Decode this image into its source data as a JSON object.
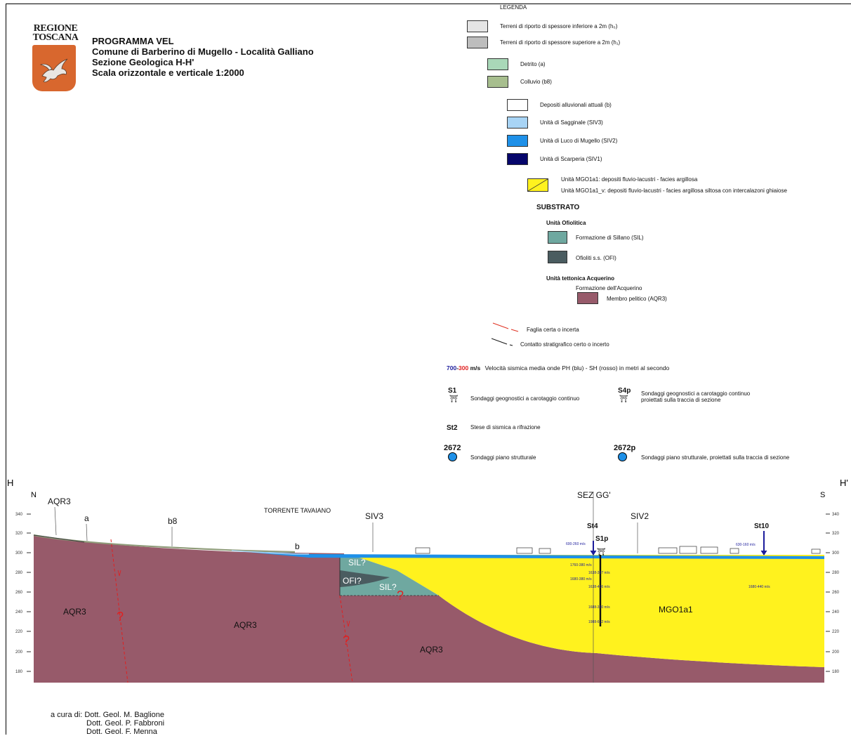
{
  "header": {
    "logo_text": [
      "REGIONE",
      "TOSCANA"
    ],
    "title_lines": [
      "PROGRAMMA VEL",
      "Comune di Barberino di Mugello - Località Galliano",
      "Sezione Geologica  H-H'",
      "Scala orizzontale e verticale 1:2000"
    ]
  },
  "legend": {
    "heading": "LEGENDA",
    "items": [
      {
        "label": "Terreni di riporto di spessore inferiore a 2m (h₀)",
        "color": "#e5e5e5"
      },
      {
        "label": "Terreni di riporto di spessore superiore a 2m (h₁)",
        "color": "#bdbdbd"
      },
      {
        "label": "Detrito (a)",
        "color": "#a9d8b8"
      },
      {
        "label": "Colluvio (b8)",
        "color": "#a7be8e"
      },
      {
        "label": "Depositi alluvionali attuali (b)",
        "color": "#ffffff"
      },
      {
        "label": "Unità di Sagginale (SIV3)",
        "color": "#a8d4f5"
      },
      {
        "label": "Unità di Luco di Mugello (SIV2)",
        "color": "#1e90e8"
      },
      {
        "label": "Unità di Scarperia (SIV1)",
        "color": "#06066b"
      }
    ],
    "mgo_labels": [
      "Unità MGO1a1: depositi fluvio-lacustri - facies argillosa",
      "Unità MGO1a1_v: depositi fluvio-lacustri - facies argillosa siltosa con intercalazoni ghiaiose"
    ],
    "mgo_color": "#fff21e",
    "substrato": "SUBSTRATO",
    "ofiolitica": "Unità Ofiolitica",
    "sil_label": "Formazione di Sillano (SIL)",
    "sil_color": "#6fa8a0",
    "ofi_label": "Ofioliti s.s. (OFI)",
    "ofi_color": "#4a5c60",
    "acquerino": "Unità tettonica Acquerino",
    "acquerino_form": "Formazione dell'Acquerino",
    "aqr_label": "Membro pelitico (AQR3)",
    "aqr_color": "#975a6a",
    "fault_label": "Faglia certa o incerta",
    "contact_label": "Contatto stratigrafico certo o incerto",
    "vel_blue": "700",
    "vel_sep": "-",
    "vel_red": "300",
    "vel_unit": " m/s",
    "vel_desc": "Velocità sismica media onde PH (blu) - SH (rosso) in metri al secondo",
    "s1_code": "S1",
    "s1_desc": "Sondaggi geognostici a carotaggio continuo",
    "s4p_code": "S4p",
    "s4p_desc": [
      "Sondaggi geognostici a carotaggio continuo",
      "proiettati sulla traccia di sezione"
    ],
    "st2_code": "St2",
    "st2_desc": "Stese di sismica a rifrazione",
    "p2672_code": "2672",
    "p2672_desc": "Sondaggi piano strutturale",
    "p2672p_code": "2672p",
    "p2672p_desc": "Sondaggi piano strutturale, proiettati sulla traccia di sezione"
  },
  "section": {
    "left_end": "H",
    "right_end": "H'",
    "north": "N",
    "south": "S",
    "elevations": [
      340,
      320,
      300,
      280,
      260,
      240,
      220,
      200,
      180
    ],
    "top_labels": {
      "aqr3": "AQR3",
      "a": "a",
      "b8": "b8",
      "torrente": "TORRENTE TAVAIANO",
      "b": "b",
      "siv3": "SIV3",
      "sez": "SEZ GG'",
      "siv2": "SIV2",
      "st4": "St4",
      "s1p": "S1p",
      "st10": "St10"
    },
    "unit_labels": {
      "aqr3_left": "AQR3",
      "aqr3_mid": "AQR3",
      "aqr3_bottom": "AQR3",
      "mgo": "MGO1a1",
      "sil_top": "SIL?",
      "ofi": "OFI?",
      "sil_low": "SIL?",
      "question": "?"
    },
    "velocities": {
      "st4": "600-260 m/s",
      "st10": "630-160 m/s",
      "col_left": [
        "1760-380 m/s",
        "1680-380 m/s"
      ],
      "col_right": [
        "1638-397 m/s",
        "1638-416 m/s",
        "1688-350 m/s",
        "1988-612 m/s"
      ],
      "st10_deep": "1680-440 m/s"
    }
  },
  "credits": {
    "prefix": "a cura di:",
    "names": [
      "Dott. Geol. M. Baglione",
      "Dott. Geol. P. Fabbroni",
      "Dott. Geol. F. Menna"
    ]
  }
}
